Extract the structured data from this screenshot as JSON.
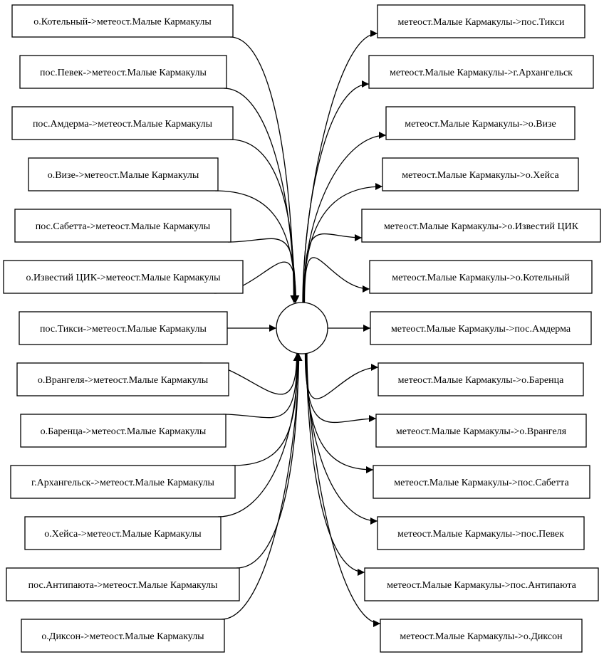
{
  "hub": {
    "label": ""
  },
  "colors": {
    "stroke": "#000000",
    "fill": "#ffffff"
  },
  "incoming": [
    "о.Котельный->метеост.Малые Кармакулы",
    "пос.Певек->метеост.Малые Кармакулы",
    "пос.Амдерма->метеост.Малые Кармакулы",
    "о.Визе->метеост.Малые Кармакулы",
    "пос.Сабетта->метеост.Малые Кармакулы",
    "о.Известий ЦИК->метеост.Малые Кармакулы",
    "пос.Тикси->метеост.Малые Кармакулы",
    "о.Врангеля->метеост.Малые Кармакулы",
    "о.Баренца->метеост.Малые Кармакулы",
    "г.Архангельск->метеост.Малые Кармакулы",
    "о.Хейса->метеост.Малые Кармакулы",
    "пос.Антипаюта->метеост.Малые Кармакулы",
    "о.Диксон->метеост.Малые Кармакулы"
  ],
  "outgoing": [
    "метеост.Малые Кармакулы->пос.Тикси",
    "метеост.Малые Кармакулы->г.Архангельск",
    "метеост.Малые Кармакулы->о.Визе",
    "метеост.Малые Кармакулы->о.Хейса",
    "метеост.Малые Кармакулы->о.Известий ЦИК",
    "метеост.Малые Кармакулы->о.Котельный",
    "метеост.Малые Кармакулы->пос.Амдерма",
    "метеост.Малые Кармакулы->о.Баренца",
    "метеост.Малые Кармакулы->о.Врангеля",
    "метеост.Малые Кармакулы->пос.Сабетта",
    "метеост.Малые Кармакулы->пос.Певек",
    "метеост.Малые Кармакулы->пос.Антипаюта",
    "метеост.Малые Кармакулы->о.Диксон"
  ]
}
